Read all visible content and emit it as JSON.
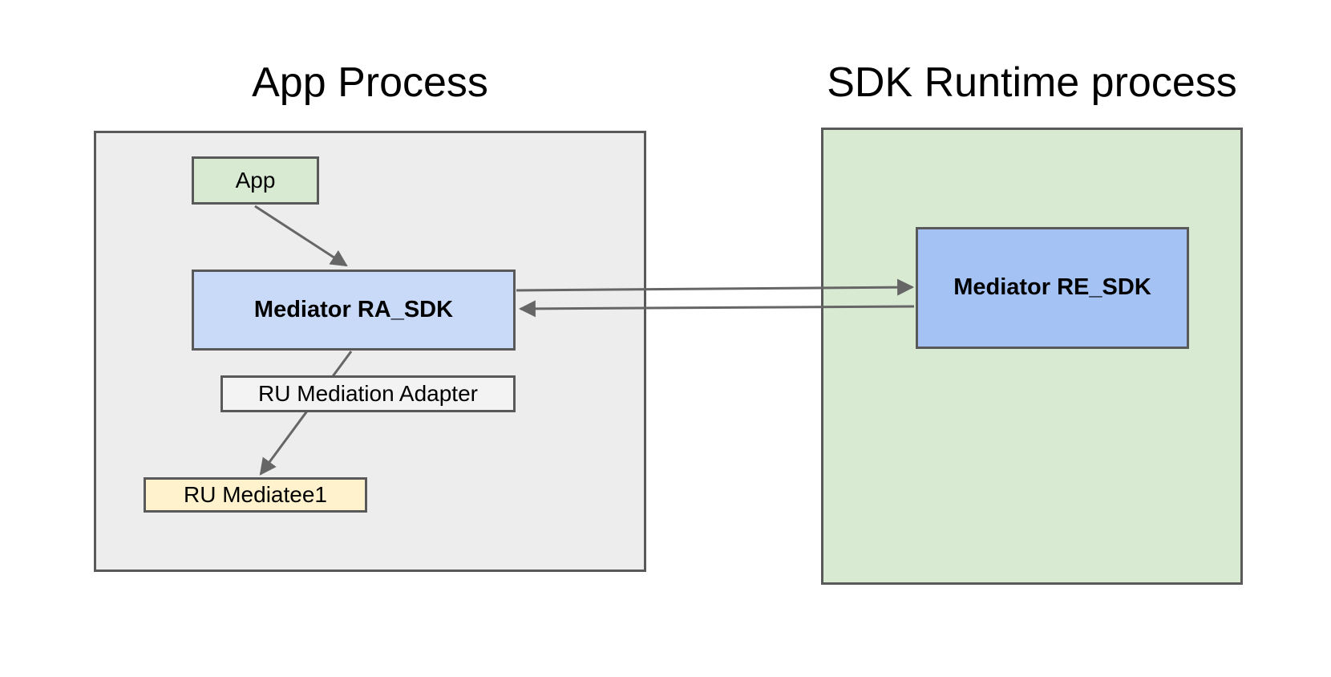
{
  "diagram": {
    "background_color": "#ffffff",
    "border_color": "#595959",
    "arrow_color": "#666666",
    "titles": {
      "app_process": "App Process",
      "sdk_runtime": "SDK Runtime process"
    },
    "containers": {
      "app_process": {
        "fill": "#ededed"
      },
      "sdk_runtime": {
        "fill": "#d9ead3"
      }
    },
    "nodes": {
      "app": {
        "label": "App",
        "fill": "#d9ead3",
        "bold": false
      },
      "mediator_ra_sdk": {
        "label": "Mediator RA_SDK",
        "fill": "#c9daf8",
        "bold": true
      },
      "ru_mediation_adapter": {
        "label": "RU Mediation Adapter",
        "fill": "#f3f3f3",
        "bold": false
      },
      "ru_mediatee1": {
        "label": "RU Mediatee1",
        "fill": "#fff2cc",
        "bold": false
      },
      "mediator_re_sdk": {
        "label": "Mediator RE_SDK",
        "fill": "#a4c2f4",
        "bold": true
      }
    },
    "edges": [
      {
        "from": "App",
        "to": "Mediator RA_SDK",
        "type": "arrow"
      },
      {
        "from": "Mediator RA_SDK",
        "to": "Mediator RE_SDK",
        "type": "arrow"
      },
      {
        "from": "Mediator RE_SDK",
        "to": "Mediator RA_SDK",
        "type": "arrow"
      },
      {
        "from": "Mediator RA_SDK",
        "through": "RU Mediation Adapter",
        "to": "RU Mediatee1",
        "type": "arrow"
      }
    ]
  }
}
